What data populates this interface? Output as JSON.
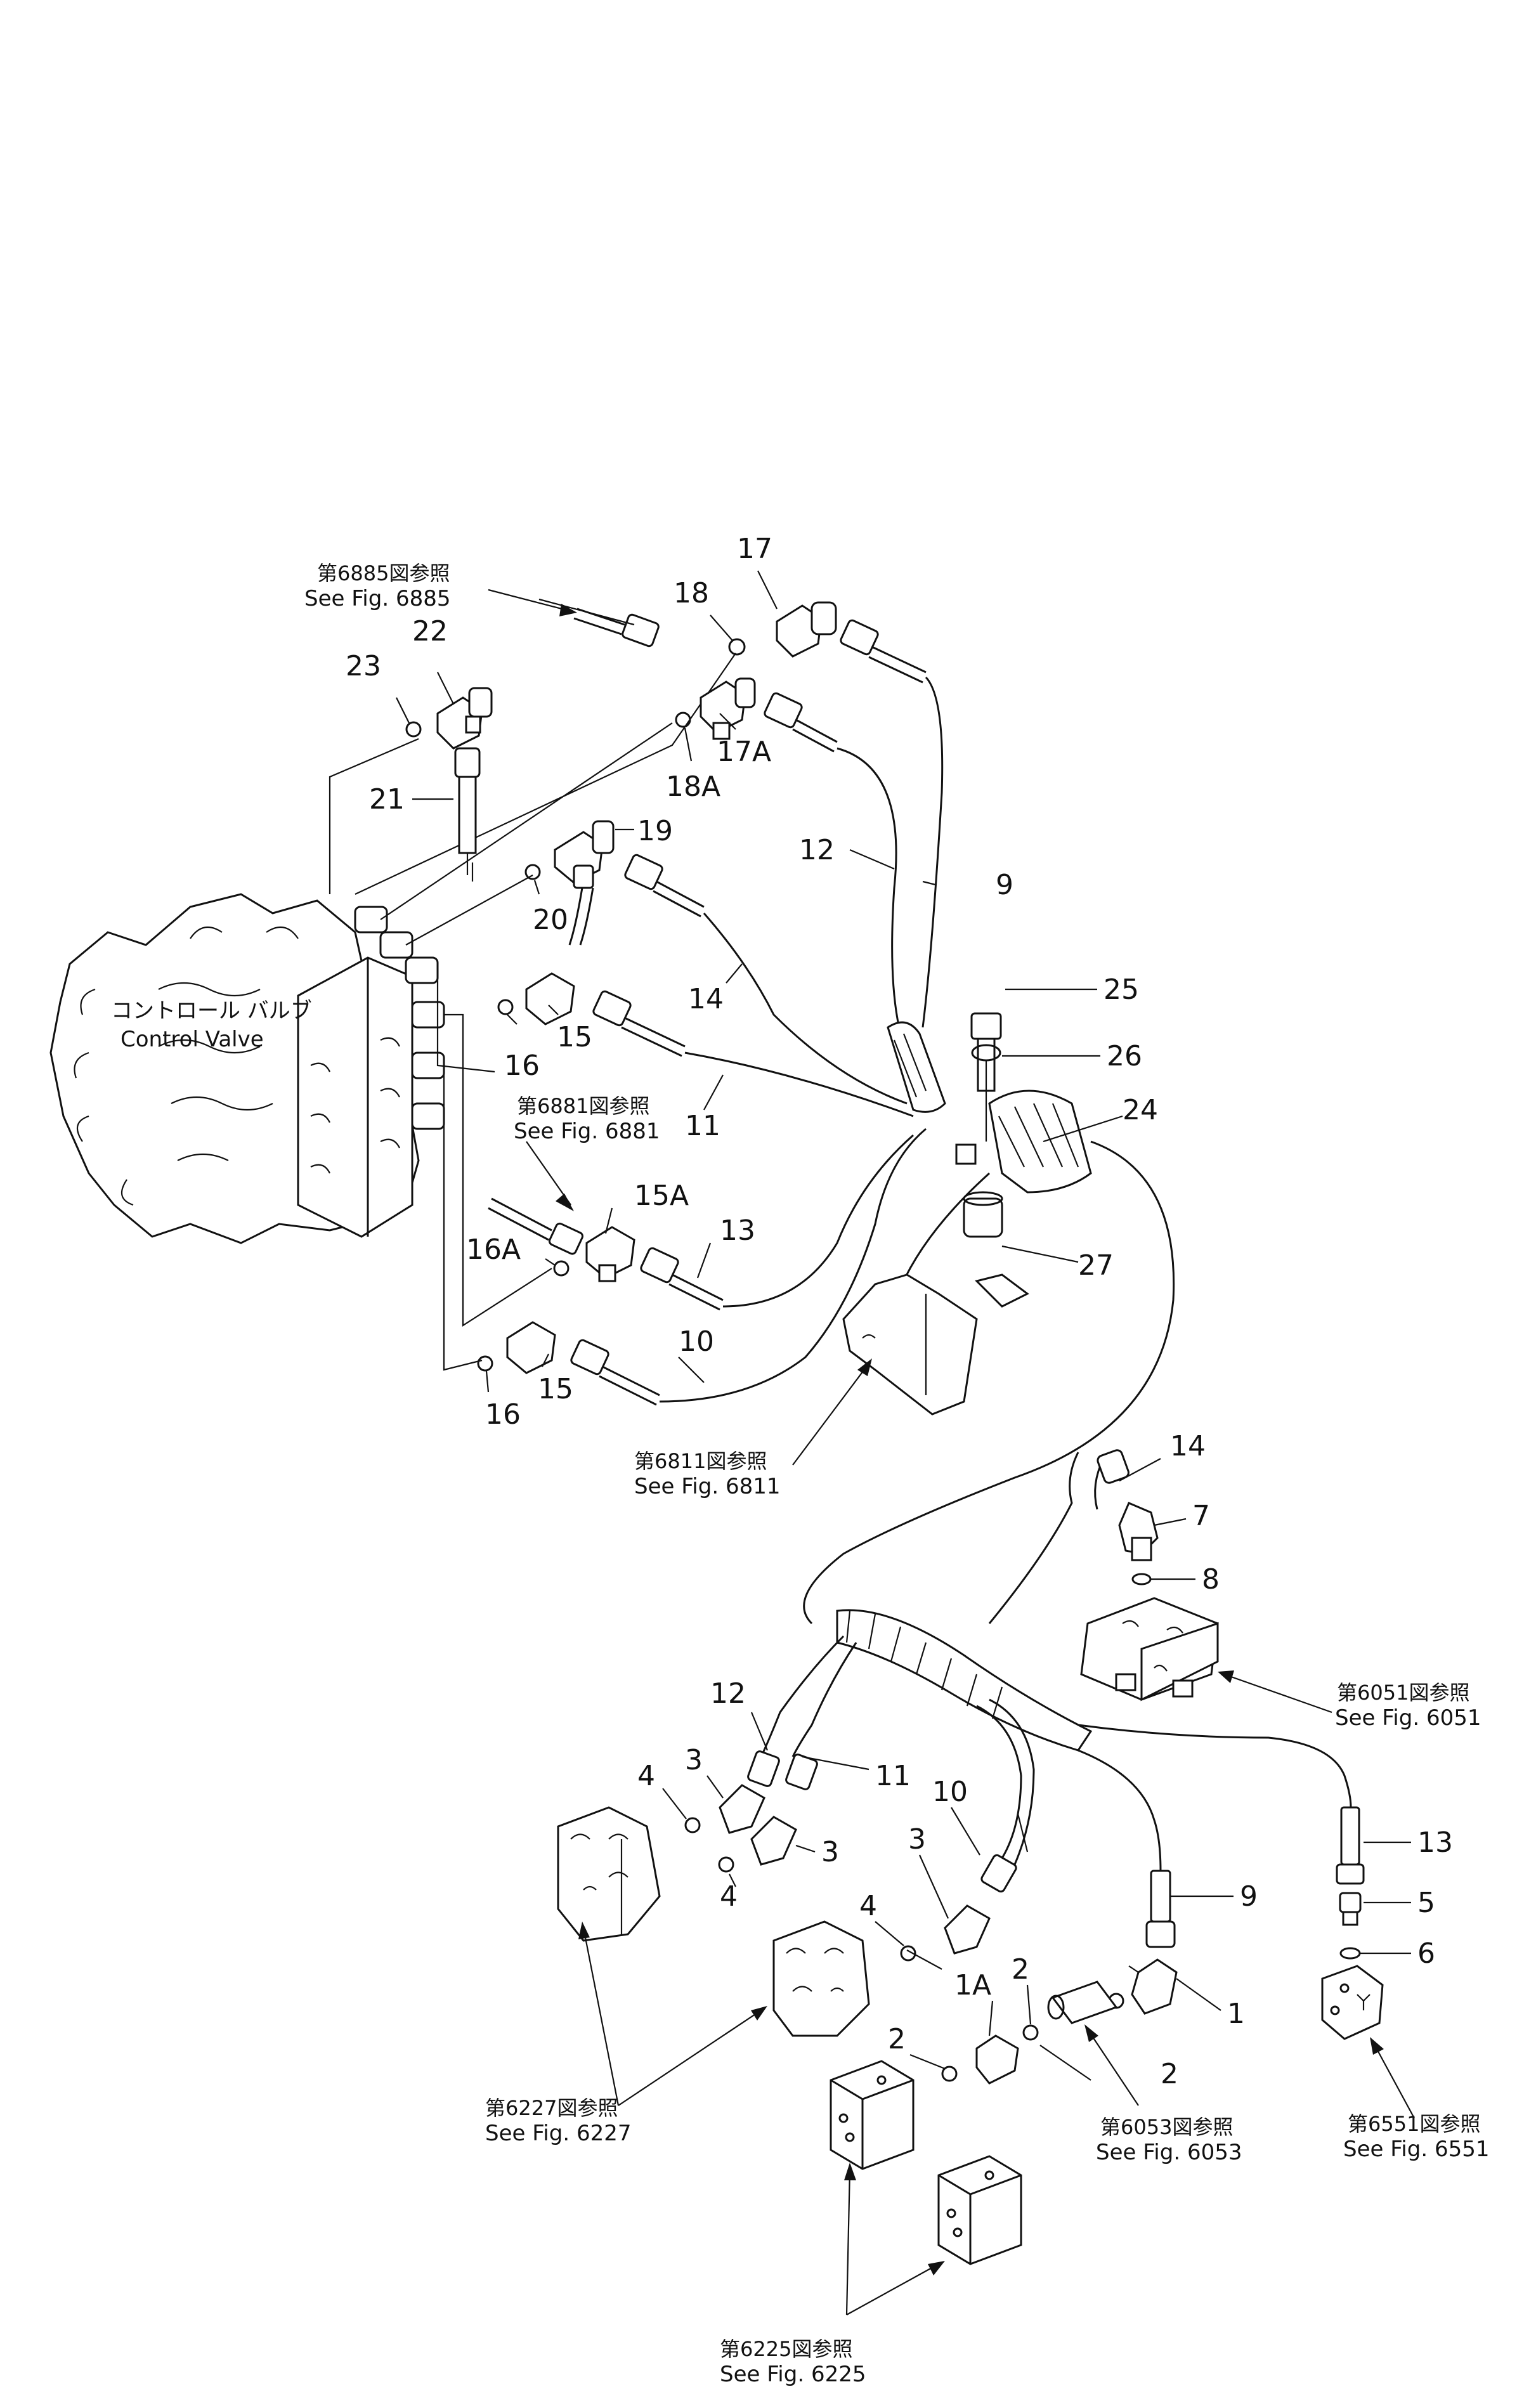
{
  "colors": {
    "ink": "#111111",
    "paper": "#ffffff"
  },
  "control_valve": {
    "label_jp": "コントロール バルブ",
    "label_en": "Control Valve"
  },
  "references": [
    {
      "id": "fig6885",
      "jp": "第6885図参照",
      "en": "See Fig. 6885"
    },
    {
      "id": "fig6881",
      "jp": "第6881図参照",
      "en": "See Fig. 6881"
    },
    {
      "id": "fig6811",
      "jp": "第6811図参照",
      "en": "See Fig. 6811"
    },
    {
      "id": "fig6051",
      "jp": "第6051図参照",
      "en": "See Fig. 6051"
    },
    {
      "id": "fig6227",
      "jp": "第6227図参照",
      "en": "See Fig. 6227"
    },
    {
      "id": "fig6053",
      "jp": "第6053図参照",
      "en": "See Fig. 6053"
    },
    {
      "id": "fig6551",
      "jp": "第6551図参照",
      "en": "See Fig. 6551"
    },
    {
      "id": "fig6225",
      "jp": "第6225図参照",
      "en": "See Fig. 6225"
    }
  ],
  "callouts": {
    "c17": "17",
    "c18": "18",
    "c22": "22",
    "c23": "23",
    "c17a": "17A",
    "c18a": "18A",
    "c21": "21",
    "c19": "19",
    "c12u": "12",
    "c9u": "9",
    "c20": "20",
    "c25": "25",
    "c26": "26",
    "c14u": "14",
    "c16a": "16",
    "c15a": "15",
    "c24": "24",
    "c11u": "11",
    "c15A": "15A",
    "c13u": "13",
    "c16A": "16A",
    "c27": "27",
    "c10u": "10",
    "c15b": "15",
    "c16b": "16",
    "c14l": "14",
    "c7": "7",
    "c8": "8",
    "c12l": "12",
    "c3a": "3",
    "c11l": "11",
    "c4a": "4",
    "c3b": "3",
    "c10l": "10",
    "c4b": "4",
    "c3c": "3",
    "c4c": "4",
    "c9l": "9",
    "c13l": "13",
    "c5": "5",
    "c6": "6",
    "c2a": "2",
    "c1A": "1A",
    "c1": "1",
    "c2b": "2",
    "c2c": "2"
  }
}
